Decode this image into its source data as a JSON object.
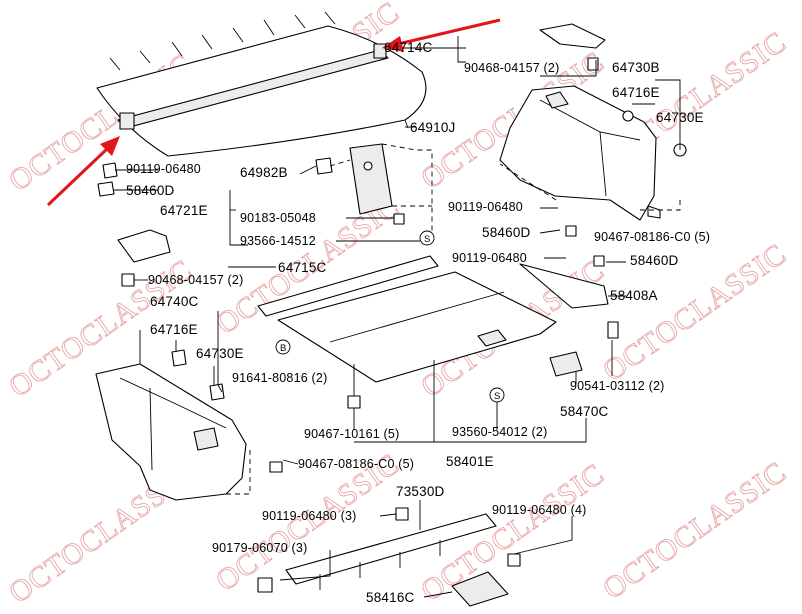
{
  "watermark": "OCTOCLASSIC",
  "symbols": {
    "b_circle": "B",
    "s_circle": "S"
  },
  "colors": {
    "arrow": "#e0161a",
    "watermark": "#e8a9a9",
    "line": "#000000"
  },
  "labels": {
    "p64714C": "64714C",
    "p90468_04157_2_top": "90468-04157 (2)",
    "p64730B": "64730B",
    "p64716E_right": "64716E",
    "p64730E_right": "64730E",
    "p64910J": "64910J",
    "p90119_06480_left": "90119-06480",
    "p58460D_left": "58460D",
    "p64982B": "64982B",
    "p64721E": "64721E",
    "p90183_05048": "90183-05048",
    "p93566_14512": "93566-14512",
    "p90119_06480_mid": "90119-06480",
    "p58460D_mid": "58460D",
    "p90467_08186_C0_5_right": "90467-08186-C0 (5)",
    "p90119_06480_mid2": "90119-06480",
    "p58460D_right": "58460D",
    "p90468_04157_2_left": "90468-04157 (2)",
    "p64715C": "64715C",
    "p58408A": "58408A",
    "p64740C": "64740C",
    "p64716E_left": "64716E",
    "p64730E_left": "64730E",
    "p91641_80816_2": "91641-80816 (2)",
    "p90541_03112_2": "90541-03112 (2)",
    "p58470C": "58470C",
    "p90467_10161_5": "90467-10161 (5)",
    "p93560_54012_2": "93560-54012 (2)",
    "p90467_08186_C0_5_bottom": "90467-08186-C0 (5)",
    "p58401E": "58401E",
    "p73530D": "73530D",
    "p90119_06480_3": "90119-06480 (3)",
    "p90119_06480_4": "90119-06480 (4)",
    "p90179_06070_3": "90179-06070 (3)",
    "p58416C": "58416C"
  }
}
